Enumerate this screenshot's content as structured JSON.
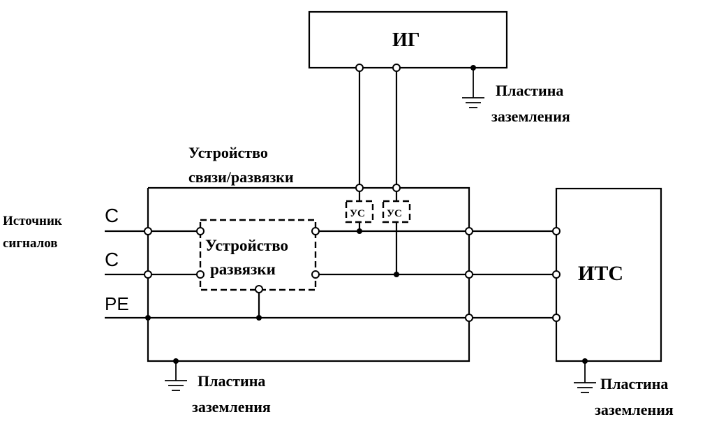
{
  "blocks": {
    "generator": "ИГ",
    "eut": "ИТС",
    "decoupling": [
      "Устройство",
      "развязки"
    ],
    "coupler_a": "УС",
    "coupler_b": "УС"
  },
  "labels": {
    "cdn": [
      "Устройство",
      "связи/развязки"
    ],
    "signal_source": [
      "Источник",
      "сигналов"
    ],
    "line_1": "C",
    "line_2": "C",
    "line_pe": "PE",
    "ground_generator": [
      "Пластина",
      "заземления"
    ],
    "ground_cdn": [
      "Пластина",
      "заземления"
    ],
    "ground_eut": [
      "Пластина",
      "заземления"
    ]
  }
}
